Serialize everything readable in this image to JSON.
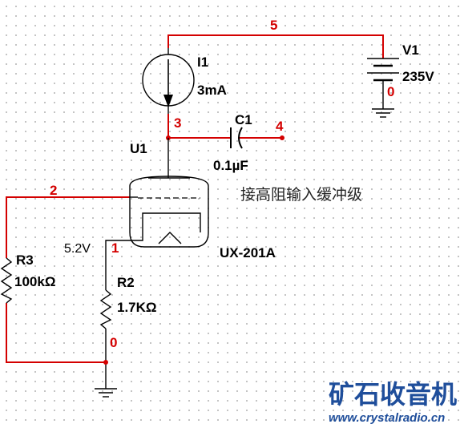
{
  "nets": {
    "n0_vsource": "0",
    "n0_ground": "0",
    "n1": "1",
    "n2": "2",
    "n3": "3",
    "n4": "4",
    "n5": "5"
  },
  "components": {
    "I1": {
      "ref": "I1",
      "value": "3mA"
    },
    "V1": {
      "ref": "V1",
      "value": "235V"
    },
    "C1": {
      "ref": "C1",
      "value": "0.1µF"
    },
    "U1": {
      "ref": "U1",
      "value": "UX-201A"
    },
    "R2": {
      "ref": "R2",
      "value": "1.7KΩ"
    },
    "R3": {
      "ref": "R3",
      "value": "100kΩ"
    }
  },
  "probe_voltage": "5.2V",
  "annotation": "接高阻输入缓冲级",
  "watermark": {
    "logo": "矿石收音机",
    "url": "www.crystalradio.cn"
  },
  "colors": {
    "wire_red": "#d40000",
    "net_label": "#d40000",
    "watermark": "#1f4e9b"
  }
}
